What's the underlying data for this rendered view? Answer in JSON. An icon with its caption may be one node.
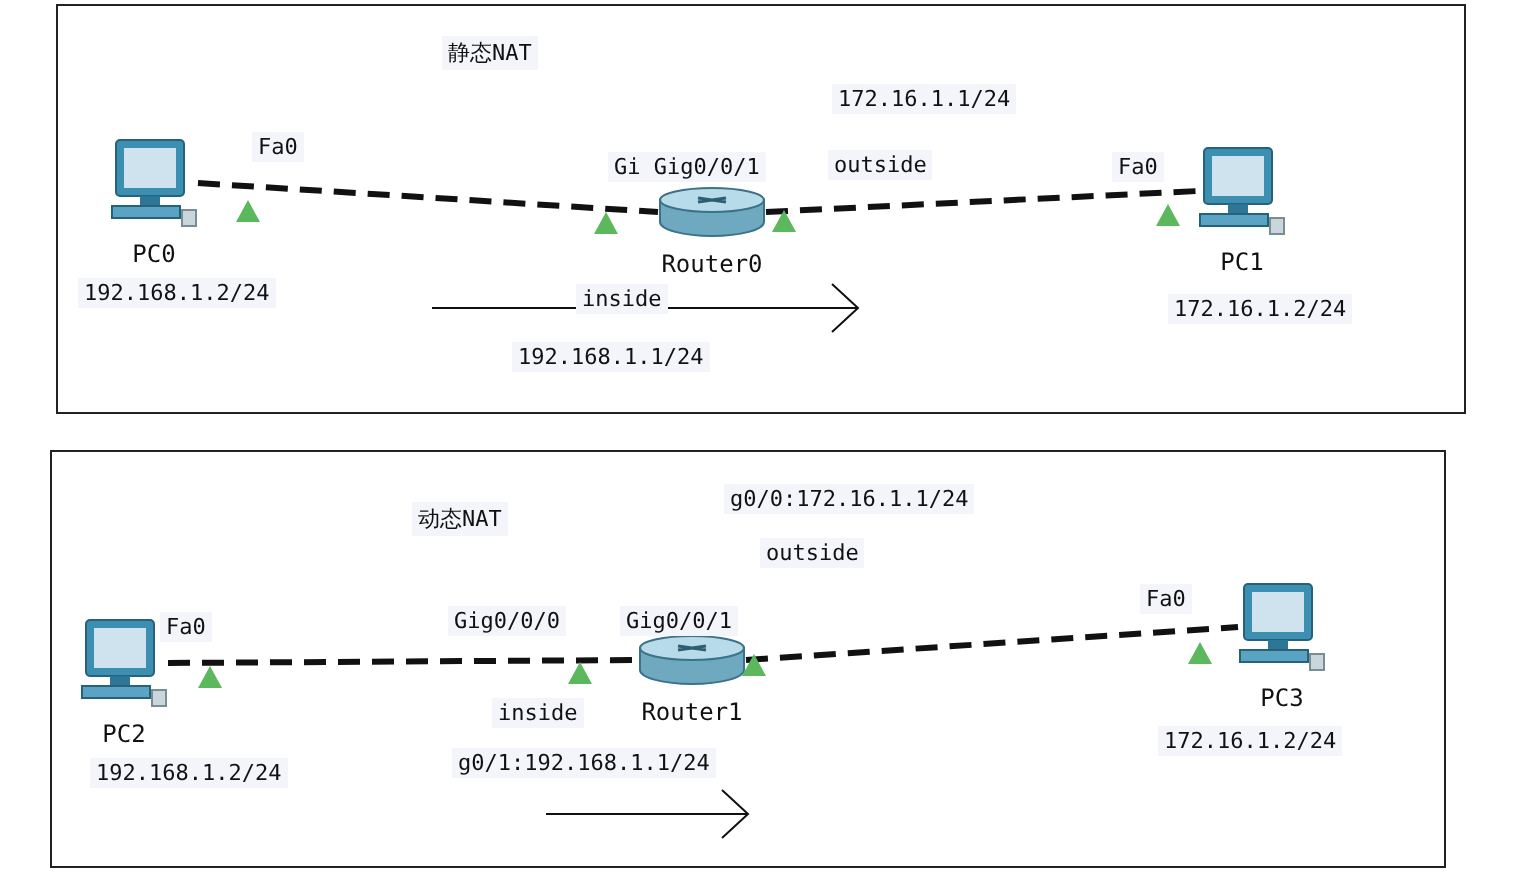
{
  "diagram": {
    "nodes": [
      {
        "text": [
          "静态NAT"
        ]
      },
      {
        "text": [
          "PC0"
        ],
        "beside": [
          "192.168.1.2/24"
        ],
        "in": 0
      },
      {
        "text": [
          "Router0"
        ],
        "in": 0
      },
      {
        "text": [
          "PC1"
        ],
        "beside": [
          "172.16.1.2/24"
        ],
        "in": 0
      },
      {
        "text": [
          "动态NAT"
        ]
      },
      {
        "text": [
          "PC2"
        ],
        "beside": [
          "192.168.1.2/24"
        ],
        "in": 4
      },
      {
        "text": [
          "Router1"
        ],
        "in": 4
      },
      {
        "text": [
          "PC3"
        ],
        "beside": [
          "172.16.1.2/24"
        ],
        "in": 4
      }
    ],
    "edges": [
      {
        "from": 1,
        "to": 2,
        "arrow": "none",
        "style": "dashed"
      },
      {
        "from": 2,
        "to": 3,
        "arrow": "none",
        "style": "dashed"
      },
      {
        "from": 5,
        "to": 6,
        "arrow": "none",
        "style": "dashed"
      },
      {
        "from": 6,
        "to": 7,
        "arrow": "none",
        "style": "dashed"
      }
    ],
    "labels": [
      "172.16.1.1/24",
      "Fa0",
      "Gi Gig0/0/1",
      "outside",
      "Fa0",
      "inside",
      "192.168.1.1/24",
      "g0/0:172.16.1.1/24",
      "outside",
      "Fa0",
      "Gig0/0/0",
      "Gig0/0/1",
      "Fa0",
      "inside",
      "g0/1:192.168.1.1/24"
    ]
  }
}
